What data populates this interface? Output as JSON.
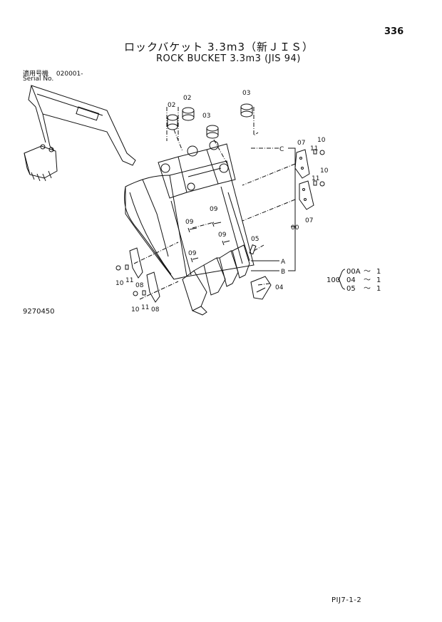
{
  "page_number": "336",
  "title_jp": "ロックバケット 3.3m3（新ＪＩＳ）",
  "title_en": "ROCK BUCKET 3.3m3 (JIS 94)",
  "serial": {
    "label_jp": "適用号機",
    "value": "020001-",
    "label_en": "Serial No."
  },
  "drawing_number": "9270450",
  "footer_code": "PIJ7-1-2",
  "callouts": {
    "c02a": "02",
    "c02b": "02",
    "c03a": "03",
    "c03b": "03",
    "c07a": "07",
    "c07b": "07",
    "c10a": "10",
    "c10b": "10",
    "c10c": "10",
    "c10d": "10",
    "c11a": "11",
    "c11b": "11",
    "c11c": "11",
    "c11d": "11",
    "c09a": "09",
    "c09b": "09",
    "c09c": "09",
    "c09d": "09",
    "c05": "05",
    "c04": "04",
    "c08a": "08",
    "c08b": "08",
    "c00": "00",
    "cA": "A",
    "cB": "B",
    "cC": "C"
  },
  "quantity_table": {
    "group": "100",
    "rows": [
      {
        "part": "00A",
        "sep": "～",
        "qty": "1"
      },
      {
        "part": "04",
        "sep": "～",
        "qty": "1"
      },
      {
        "part": "05",
        "sep": "～",
        "qty": "1"
      }
    ]
  }
}
